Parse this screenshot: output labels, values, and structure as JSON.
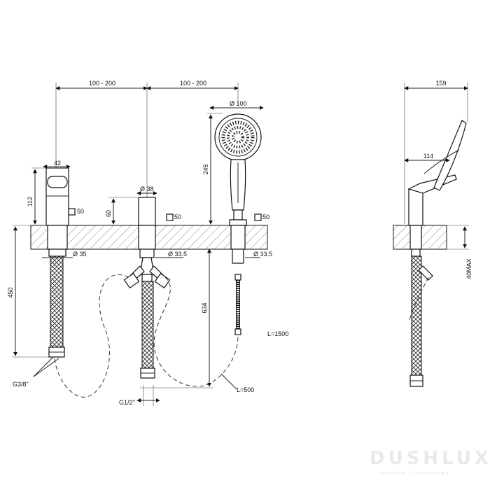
{
  "dimensions": {
    "spacing_left": "100 - 200",
    "spacing_right": "100 - 200",
    "shower_diameter": "Ø 100",
    "side_width": "159",
    "lever_width": "42",
    "lever_height": "112",
    "square_left": "50",
    "square_mid": "50",
    "square_right": "50",
    "mid_body_diameter": "Ø 38",
    "mid_body_height": "60",
    "shower_height": "245",
    "left_hole": "Ø 35",
    "mid_hole": "Ø 33.5",
    "right_hole": "Ø 33.5",
    "left_hose_length": "450",
    "mid_hose_length": "634",
    "side_depth": "114",
    "deck_max": "40MAX",
    "hose_L": "L=1500",
    "hose_L500": "L=500",
    "thread_left": "G3/8\"",
    "thread_mid": "G1/2\""
  },
  "watermark": {
    "brand": "DUSHLUX",
    "tagline": "элитная сантехника"
  }
}
